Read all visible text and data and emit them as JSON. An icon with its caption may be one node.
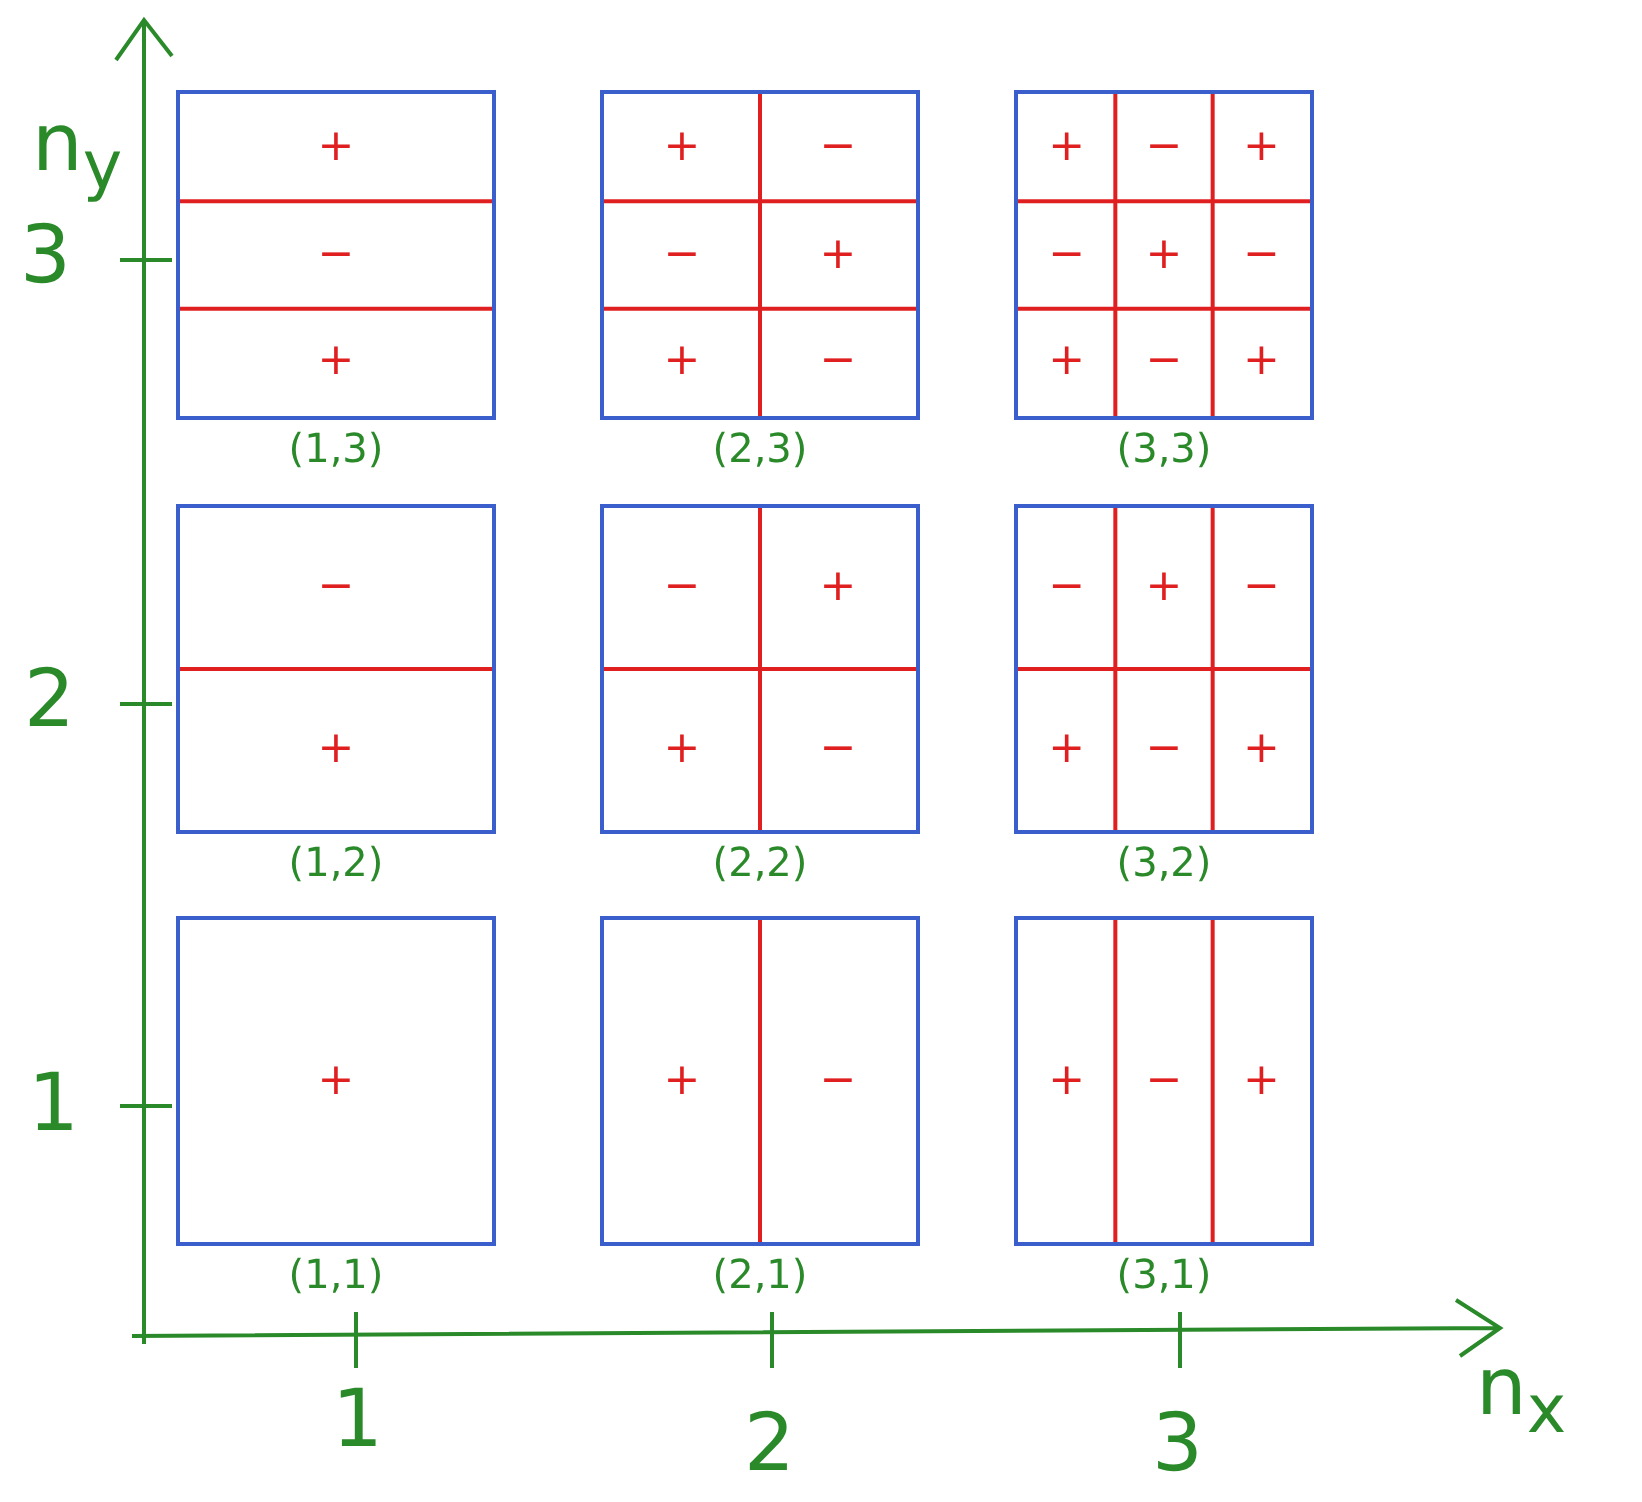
{
  "diagram": {
    "nodes": [
      {
        "text": [
          "+",
          "−",
          "+"
        ],
        "beside": [
          "(1,3)"
        ]
      },
      {
        "text": [
          "+",
          "−",
          "−",
          "+",
          "+",
          "−"
        ],
        "beside": [
          "(2,3)"
        ]
      },
      {
        "text": [
          "+",
          "−",
          "+",
          "−",
          "+",
          "−",
          "+",
          "−",
          "+"
        ],
        "beside": [
          "(3,3)"
        ]
      },
      {
        "text": [
          "−",
          "+"
        ],
        "beside": [
          "(1,2)"
        ]
      },
      {
        "text": [
          "−",
          "+",
          "+",
          "−"
        ],
        "beside": [
          "(2,2)"
        ]
      },
      {
        "text": [
          "−",
          "+",
          "−",
          "+",
          "−",
          "+"
        ],
        "beside": [
          "(3,2)"
        ]
      },
      {
        "text": [
          "+"
        ],
        "beside": [
          "(1,1)"
        ]
      },
      {
        "text": [
          "+",
          "−"
        ],
        "beside": [
          "(2,1)"
        ]
      },
      {
        "text": [
          "+",
          "−",
          "+"
        ],
        "beside": [
          "(3,1)"
        ]
      }
    ],
    "labels": [
      "n$_{y}$",
      "3",
      "2",
      "1",
      "1",
      "2",
      "3",
      "n$_{x}$"
    ]
  }
}
